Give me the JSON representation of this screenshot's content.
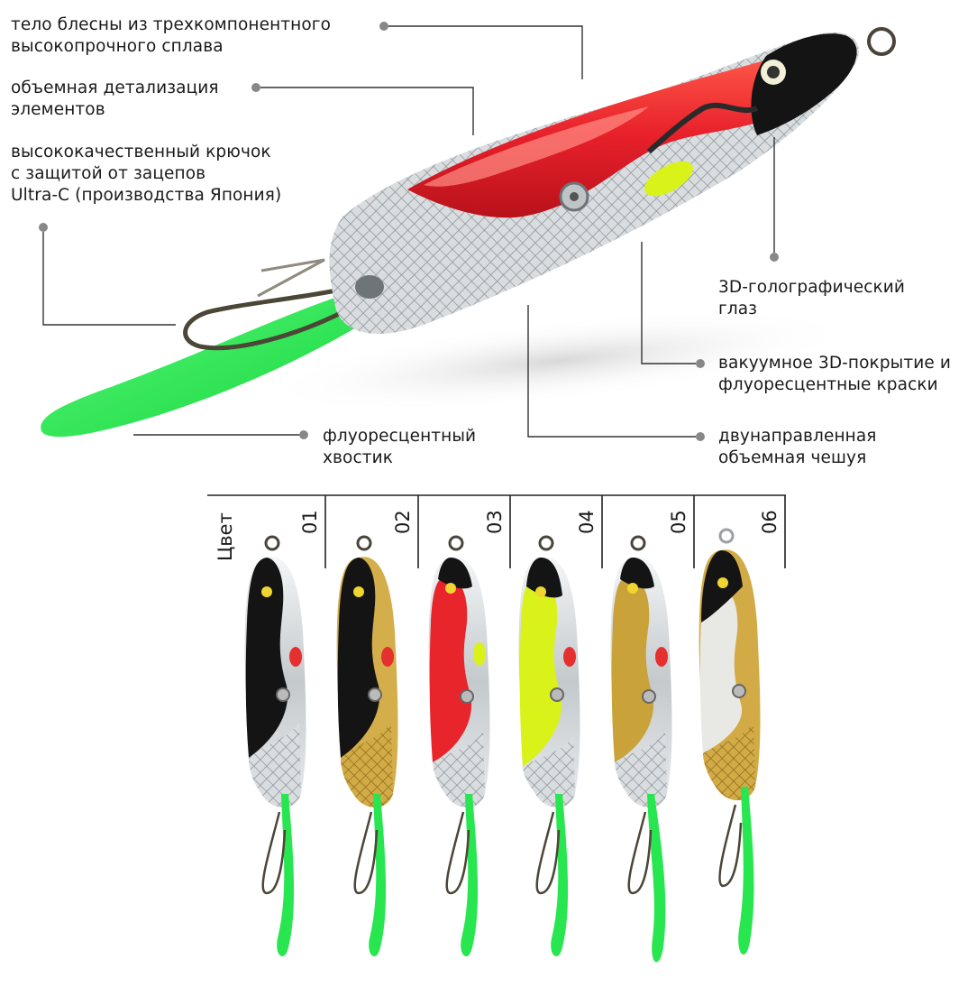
{
  "callouts": {
    "body": [
      "тело блесны из трехкомпонентного",
      "высокопрочного сплава"
    ],
    "detail": [
      "объемная детализация",
      "элементов"
    ],
    "hook": [
      "высококачественный крючок",
      "с защитой от зацепов",
      "Ultra-C (производства Япония)"
    ],
    "eye": [
      "3D-голографический",
      "глаз"
    ],
    "coating": [
      "вакуумное 3D-покрытие и",
      "флуоресцентные краски"
    ],
    "tail": [
      "флуоресцентный",
      "хвостик"
    ],
    "scale": [
      "двунаправленная",
      "объемная чешуя"
    ]
  },
  "color_table": {
    "header": "Цвет",
    "columns": [
      "01",
      "02",
      "03",
      "04",
      "05",
      "06"
    ]
  },
  "colors": {
    "red": "#e8252a",
    "black": "#151515",
    "chrome": "#cfd3d6",
    "gold": "#c9a23a",
    "fluo_green": "#27e64f",
    "fluo_yellow": "#d8f21a",
    "callout_line": "#333333",
    "dot": "#888888"
  }
}
